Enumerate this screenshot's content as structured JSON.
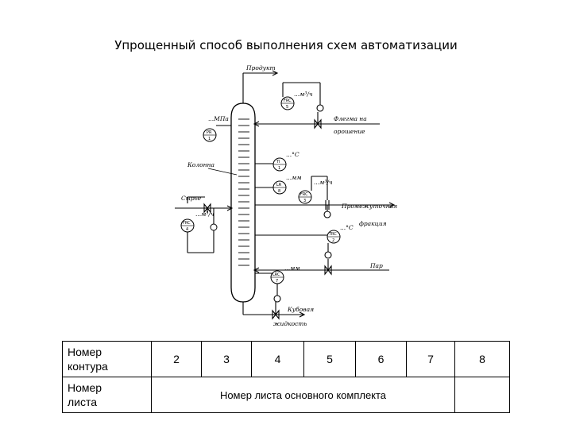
{
  "title": "Упрощенный способ выполнения схем автоматизации",
  "diagram": {
    "labels": {
      "product": "Продукт",
      "reflux_flow": "...м³/ч",
      "reflux": "Флегма на",
      "reflux2": "орошение",
      "pressure": "...МПа",
      "temp_top": "...°С",
      "level": "...мм",
      "intermediate_flow": "...м³/ч",
      "intermediate": "Промежуточная",
      "intermediate2": "фракция",
      "column": "Колонна",
      "raw": "Сырье",
      "raw_flow": "...м³/ч",
      "temp_bottom": "...°С",
      "steam": "Пар",
      "bottom_level": "...мм",
      "bottoms": "Кубовая",
      "bottoms2": "жидкость"
    },
    "instruments": [
      {
        "code": "FRC",
        "num": "5"
      },
      {
        "code": "PR",
        "num": "1"
      },
      {
        "code": "TI",
        "num": "1"
      },
      {
        "code": "LR",
        "num": "8"
      },
      {
        "code": "FRC",
        "num": "3"
      },
      {
        "code": "FRC",
        "num": "4"
      },
      {
        "code": "TRC",
        "num": "2"
      },
      {
        "code": "LRC",
        "num": "7"
      }
    ]
  },
  "table": {
    "row1_header": [
      "Номер",
      "контура"
    ],
    "row2_header": [
      "Номер",
      "листа"
    ],
    "numbers": [
      "2",
      "3",
      "4",
      "5",
      "6",
      "7",
      "8"
    ],
    "sheet_label": "Номер листа основного комплекта"
  }
}
